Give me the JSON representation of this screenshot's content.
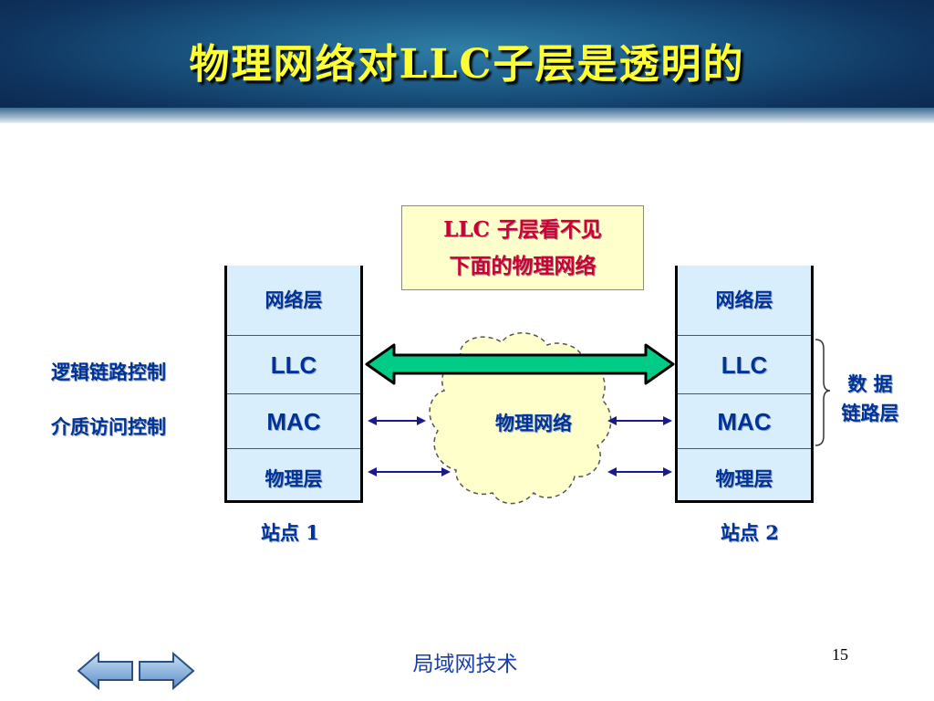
{
  "slide": {
    "title": "物理网络对LLC子层是透明的",
    "footer": "局域网技术",
    "page_number": "15"
  },
  "callout": {
    "line1": "LLC 子层看不见",
    "line2": "下面的物理网络"
  },
  "station1": {
    "layers": [
      "网络层",
      "LLC",
      "MAC",
      "物理层"
    ],
    "label": "站点 1"
  },
  "station2": {
    "layers": [
      "网络层",
      "LLC",
      "MAC",
      "物理层"
    ],
    "label": "站点 2"
  },
  "side_labels": {
    "llc": "逻辑链路控制",
    "mac": "介质访问控制",
    "data_link_line1": "数 据",
    "data_link_line2": "链路层"
  },
  "cloud": {
    "label": "物理网络"
  },
  "colors": {
    "title": "#ffff33",
    "layer_text": "#003399",
    "stack_fill": "#d9eefc",
    "llc_arrow": "#00cc88",
    "callout_text": "#cc0033",
    "callout_fill": "#ffffcc",
    "cloud_fill": "#ffffcc"
  },
  "icons": [
    "arrow-left-nav-icon",
    "arrow-right-nav-icon"
  ]
}
